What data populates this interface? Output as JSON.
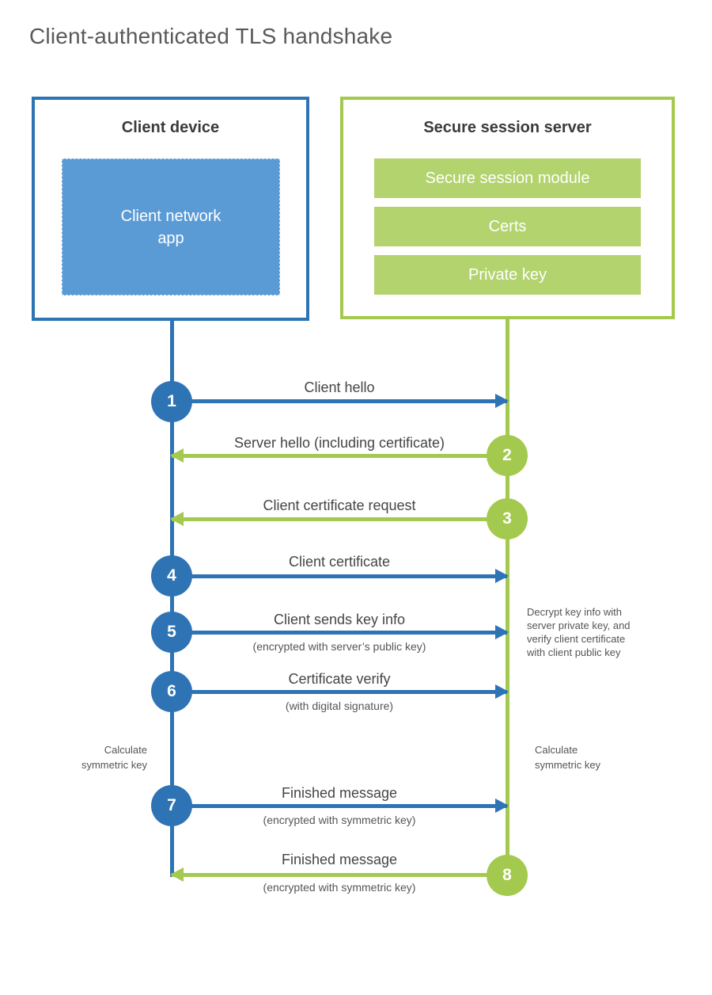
{
  "title": "Client-authenticated TLS handshake",
  "client_box": {
    "title": "Client device",
    "app_label": "Client network\napp"
  },
  "server_box": {
    "title": "Secure session server",
    "modules": [
      "Secure session module",
      "Certs",
      "Private key"
    ]
  },
  "steps": [
    {
      "num": "1",
      "from": "client",
      "to": "server",
      "label": "Client hello",
      "sub": ""
    },
    {
      "num": "2",
      "from": "server",
      "to": "client",
      "label": "Server hello (including certificate)",
      "sub": ""
    },
    {
      "num": "3",
      "from": "server",
      "to": "client",
      "label": "Client certificate request",
      "sub": ""
    },
    {
      "num": "4",
      "from": "client",
      "to": "server",
      "label": "Client certificate",
      "sub": ""
    },
    {
      "num": "5",
      "from": "client",
      "to": "server",
      "label": "Client sends key info",
      "sub": "(encrypted with server’s public key)"
    },
    {
      "num": "6",
      "from": "client",
      "to": "server",
      "label": "Certificate verify",
      "sub": "(with digital signature)"
    },
    {
      "num": "7",
      "from": "client",
      "to": "server",
      "label": "Finished message",
      "sub": "(encrypted with symmetric key)"
    },
    {
      "num": "8",
      "from": "server",
      "to": "client",
      "label": "Finished message",
      "sub": "(encrypted with symmetric key)"
    }
  ],
  "notes": {
    "decrypt": "Decrypt key info with\nserver private key, and\nverify client certificate\nwith client public key",
    "calc_left": "Calculate\nsymmetric key",
    "calc_right": "Calculate\nsymmetric key"
  },
  "colors": {
    "blue_accent": "#2e74b5",
    "blue_fill": "#5b9bd5",
    "green_accent": "#a3c94e",
    "green_fill": "#b3d36e",
    "title_text": "#595959",
    "label_text": "#454545"
  }
}
